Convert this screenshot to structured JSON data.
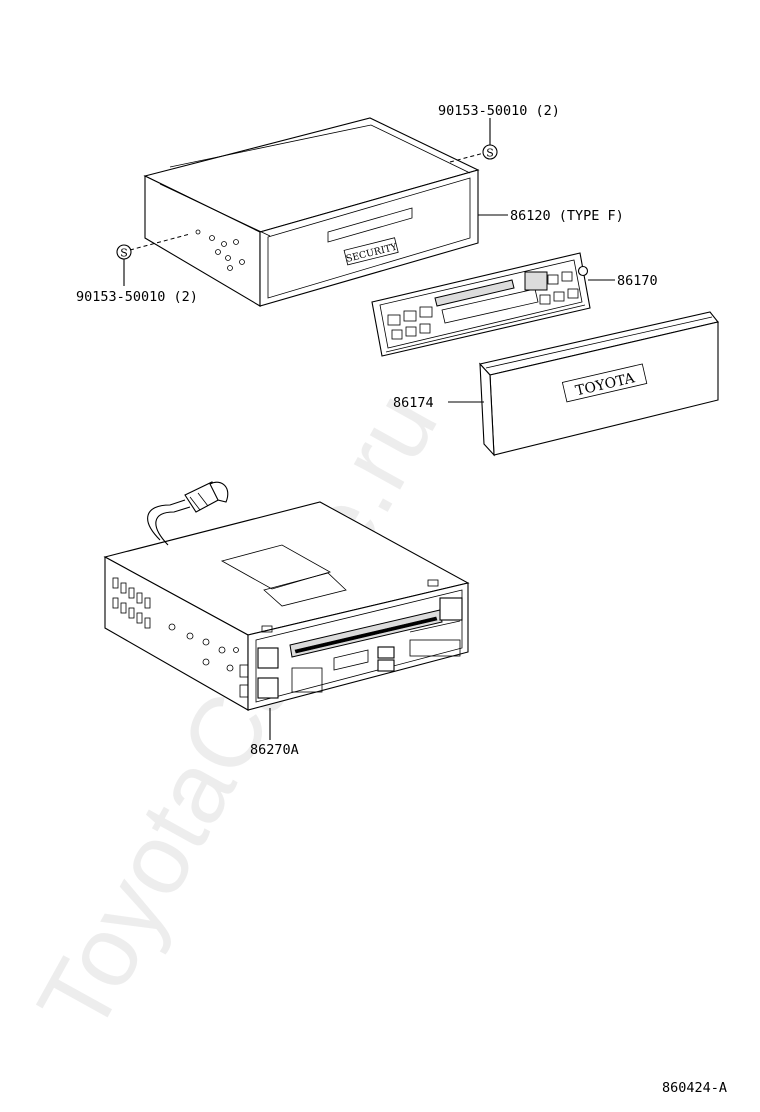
{
  "watermark": {
    "text": "ToyotaCarMe.ru"
  },
  "labels": {
    "screw_top": "90153-50010 (2)",
    "screw_left": "90153-50010 (2)",
    "radio_unit": "86120 (TYPE  F)",
    "panel": "86170",
    "cover": "86174",
    "tape_player": "86270A",
    "diagram_code": "860424-A"
  },
  "marks": {
    "screw_symbol": "S",
    "security_plate": "SECURITY",
    "brand_plate": "TOYOTA"
  }
}
